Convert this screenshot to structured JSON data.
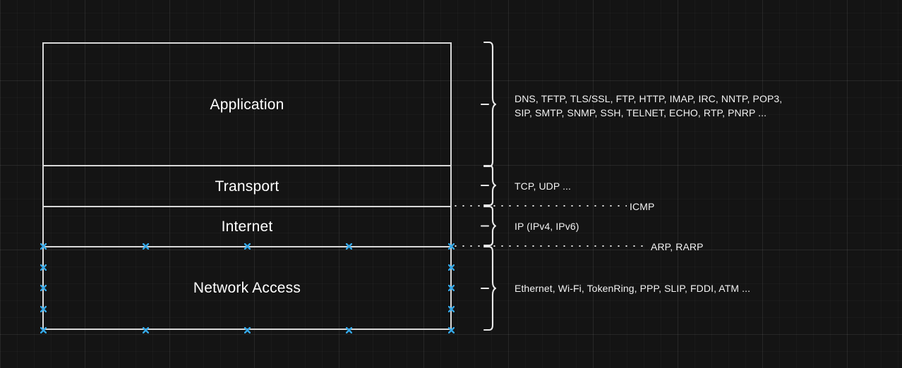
{
  "diagram": {
    "title": "TCP/IP model layers with protocols",
    "accent_color": "#35a8e8",
    "line_color": "#d8d8d8",
    "text_color": "#ffffff",
    "background_color": "#141414",
    "layers": [
      {
        "name": "Application",
        "label": "Application"
      },
      {
        "name": "Transport",
        "label": "Transport"
      },
      {
        "name": "Internet",
        "label": "Internet"
      },
      {
        "name": "Network Access",
        "label": "Network Access"
      }
    ],
    "protocols": {
      "application_line1": "DNS, TFTP, TLS/SSL, FTP, HTTP, IMAP, IRC, NNTP, POP3,",
      "application_line2": "SIP, SMTP, SNMP, SSH, TELNET, ECHO, RTP, PNRP ...",
      "transport": "TCP, UDP ...",
      "internet": "IP (IPv4, IPv6)",
      "network_access": "Ethernet, Wi-Fi, TokenRing, PPP, SLIP, FDDI, ATM ..."
    },
    "connectors": [
      {
        "name": "icmp",
        "label": "ICMP"
      },
      {
        "name": "arp-rarp",
        "label": "ARP, RARP"
      }
    ]
  }
}
